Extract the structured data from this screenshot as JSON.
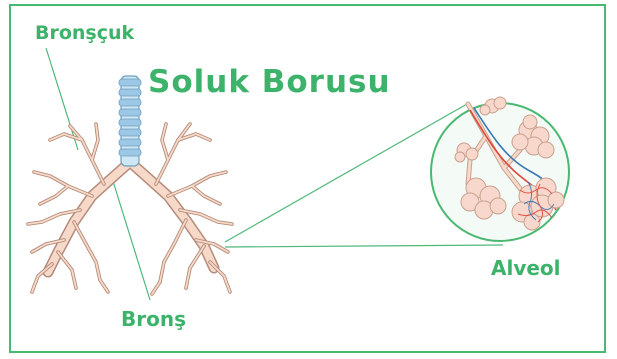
{
  "labels": {
    "bronchiole": "Bronşçuk",
    "trachea": "Soluk Borusu",
    "bronchus": "Bronş",
    "alveolus": "Alveol"
  },
  "colors": {
    "border": "#49b870",
    "label_text": "#3db26a",
    "leader_line": "#4fb87a",
    "trachea_ring": "#9cc8e6",
    "trachea_outline": "#6f9fbf",
    "airway_fill": "#f7d9c9",
    "airway_outline": "#b58c7a",
    "alveolus_fill": "#f8d8cc",
    "artery": "#e0453a",
    "vein": "#3b78b5",
    "zoom_circle_fill": "#f4fbf6",
    "zoom_circle_border": "#49b870"
  },
  "icons": [
    "lungs-bronchial-tree-illustration",
    "alveoli-cluster-illustration"
  ]
}
